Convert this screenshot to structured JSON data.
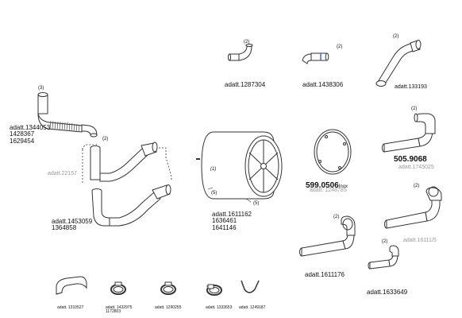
{
  "parts": {
    "p1287304": {
      "qty": "(2)",
      "label": "adatt.1287304"
    },
    "p1438306": {
      "qty": "(2)",
      "label": "adatt.1438306"
    },
    "p133193": {
      "qty": "(2)",
      "label": "adatt.133193"
    },
    "p1344053": {
      "qty": "(3)",
      "lines": [
        "adatt.1344053",
        "1428367",
        "1629454"
      ]
    },
    "p22157": {
      "qty": "(2)",
      "label": "adatt.22157"
    },
    "p1453059": {
      "lines": [
        "adatt.1453059",
        "1364858"
      ]
    },
    "p1611162": {
      "qty_inner": "(1)",
      "qty_left": "(5)",
      "qty_right": "(5)",
      "lines": [
        "adatt.1611162",
        "1636461",
        "1641146"
      ]
    },
    "p599": {
      "code": "599.0506",
      "suffix": "Inox",
      "label": "adatt. 1248785"
    },
    "p505": {
      "qty": "(2)",
      "code": "505.9068",
      "label": "adatt.1745025"
    },
    "p16111": {
      "qty": "(2)",
      "label": "adatt.16111/5"
    },
    "p1611176": {
      "qty": "(2)",
      "label": "adatt.1611176"
    },
    "p1633649": {
      "qty": "(2)",
      "label": "adatt.1633649"
    },
    "p1310527": {
      "label": "adatt. 1310527"
    },
    "p1432975": {
      "lines": [
        "adatt. 1432975",
        "1172803"
      ]
    },
    "p1290255": {
      "label": "adatt. 1290255"
    },
    "p1333653": {
      "label": "adatt. 1333653"
    },
    "p1249187": {
      "label": "adatt. 1249187"
    }
  },
  "colors": {
    "stroke": "#333333",
    "accent": "#3b6fd6",
    "label": "#111111",
    "muted": "#9a9a9a"
  }
}
